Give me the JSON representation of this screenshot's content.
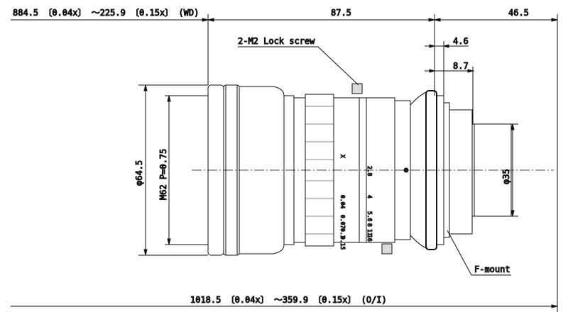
{
  "dimensions": {
    "wd": "884.5 〔0.04x〕 ～225.9 〔0.15x〕 (WD)",
    "length": "87.5",
    "rear_length": "46.5",
    "flange_a": "4.6",
    "flange_b": "8.7",
    "front_diameter": "φ64.5",
    "filter_thread": "M62 P=0.75",
    "rear_diameter": "φ35",
    "oi": "1018.5 〔0.04x〕 ～359.9 〔0.15x〕 (O/I)"
  },
  "labels": {
    "lock_screw": "2-M2 Lock screw",
    "mount": "F-mount"
  },
  "scales": {
    "magnification_mark": "X",
    "magnifications": [
      "0.04",
      "0.07",
      "0.1",
      "0.15"
    ],
    "apertures": [
      "2.8",
      "4",
      "5.6",
      "8",
      "11",
      "16"
    ]
  }
}
